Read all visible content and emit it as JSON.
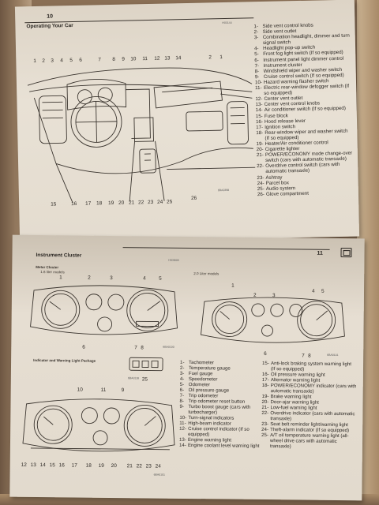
{
  "top_page": {
    "page_number": "10",
    "section_title": "Operating Your Car",
    "reference_code_top": "H03144",
    "reference_code_bottom": "6BA0398",
    "top_callouts": [
      "1",
      "2",
      "3",
      "4",
      "5",
      "6",
      "7",
      "8",
      "9",
      "10",
      "11",
      "12",
      "13",
      "14",
      "2",
      "1"
    ],
    "bottom_callouts": [
      "15",
      "16",
      "17",
      "18",
      "19",
      "20",
      "21",
      "22",
      "23",
      "24",
      "25",
      "26"
    ],
    "legend": [
      {
        "n": "1-",
        "t": "Side vent control knobs"
      },
      {
        "n": "2-",
        "t": "Side vent outlet"
      },
      {
        "n": "3-",
        "t": "Combination headlight, dimmer and turn signal switch"
      },
      {
        "n": "4-",
        "t": "Headlight pop-up switch"
      },
      {
        "n": "5-",
        "t": "Front fog light switch (If so equipped)"
      },
      {
        "n": "6-",
        "t": "Instrument panel light dimmer control"
      },
      {
        "n": "7-",
        "t": "Instrument cluster"
      },
      {
        "n": "8-",
        "t": "Windshield wiper and washer switch"
      },
      {
        "n": "9-",
        "t": "Cruise control switch (If so equipped)"
      },
      {
        "n": "10-",
        "t": "Hazard warning flasher switch"
      },
      {
        "n": "11-",
        "t": "Electric rear-window defogger switch (If so equipped)"
      },
      {
        "n": "12-",
        "t": "Center vent outlet"
      },
      {
        "n": "13-",
        "t": "Center vent control knobs"
      },
      {
        "n": "14-",
        "t": "Air conditioner switch (If so equipped)"
      },
      {
        "n": "15-",
        "t": "Fuse block"
      },
      {
        "n": "16-",
        "t": "Hood release lever"
      },
      {
        "n": "17-",
        "t": "Ignition switch"
      },
      {
        "n": "18-",
        "t": "Rear-window wiper and washer switch (If so equipped)"
      },
      {
        "n": "19-",
        "t": "Heater/Air conditioner control"
      },
      {
        "n": "20-",
        "t": "Cigarette lighter"
      },
      {
        "n": "21-",
        "t": "POWER/ECONOMY mode change-over switch (cars with automatic transaxle)"
      },
      {
        "n": "22-",
        "t": "Overdrive control switch (cars with automatic transaxle)"
      },
      {
        "n": "23-",
        "t": "Ashtray"
      },
      {
        "n": "24-",
        "t": "Parcel box"
      },
      {
        "n": "25-",
        "t": "Audio system"
      },
      {
        "n": "26-",
        "t": "Glove compartment"
      }
    ]
  },
  "bottom_page": {
    "page_number": "11",
    "section_title": "Instrument Cluster",
    "reference_code_title": "H03I605",
    "meter_cluster_title": "Meter Cluster",
    "left_variant_note": "1.6 liter models",
    "right_variant_note": "2.0 Liter models",
    "left_callouts": [
      "1",
      "2",
      "3",
      "4",
      "5",
      "6",
      "7",
      "8"
    ],
    "left_ref": "6BA0100",
    "right_callouts": [
      "1",
      "2",
      "3",
      "4",
      "5",
      "6",
      "7",
      "8"
    ],
    "right_ref": "6BA0101",
    "warning_title": "Indicator and Warning Light Package",
    "warning_ref": "6BA0138",
    "warning_callout": "25",
    "warning_cluster_callouts_top": [
      "10",
      "11",
      "9"
    ],
    "warning_cluster_callouts_bottom": [
      "12",
      "13",
      "14",
      "15",
      "16",
      "17",
      "18",
      "19",
      "20",
      "21",
      "22",
      "23",
      "24"
    ],
    "warning_cluster_ref": "6BA0101",
    "legend_left": [
      {
        "n": "1-",
        "t": "Tachometer"
      },
      {
        "n": "2-",
        "t": "Temperature gauge"
      },
      {
        "n": "3-",
        "t": "Fuel gauge"
      },
      {
        "n": "4-",
        "t": "Speedometer"
      },
      {
        "n": "5-",
        "t": "Odometer"
      },
      {
        "n": "6-",
        "t": "Oil pressure gauge"
      },
      {
        "n": "7-",
        "t": "Trip odometer"
      },
      {
        "n": "8-",
        "t": "Trip odometer reset button"
      },
      {
        "n": "9-",
        "t": "Turbo boost gauge (cars with turbocharger)"
      },
      {
        "n": "10-",
        "t": "Turn-signal indicators"
      },
      {
        "n": "11-",
        "t": "High-beam indicator"
      },
      {
        "n": "12-",
        "t": "Cruise control indicator (If so equipped)"
      },
      {
        "n": "13-",
        "t": "Engine warning light"
      },
      {
        "n": "14-",
        "t": "Engine coolant level warning light"
      }
    ],
    "legend_right": [
      {
        "n": "15-",
        "t": "Anti-lock braking system warning light (If so equipped)"
      },
      {
        "n": "16-",
        "t": "Oil pressure warning light"
      },
      {
        "n": "17-",
        "t": "Alternator warning light"
      },
      {
        "n": "18-",
        "t": "POWER/ECONOMY indicator (cars with automatic transaxle)"
      },
      {
        "n": "19-",
        "t": "Brake warning light"
      },
      {
        "n": "20-",
        "t": "Door-ajar warning light"
      },
      {
        "n": "21-",
        "t": "Low-fuel warning light"
      },
      {
        "n": "22-",
        "t": "Overdrive indicator (cars with automatic transaxle)"
      },
      {
        "n": "23-",
        "t": "Seat belt reminder light/warning light"
      },
      {
        "n": "24-",
        "t": "Theft-alarm indicator (If so equipped)"
      },
      {
        "n": "25-",
        "t": "A/T oil temperature warning light (all-wheel drive cars with automatic transaxle)"
      }
    ]
  }
}
